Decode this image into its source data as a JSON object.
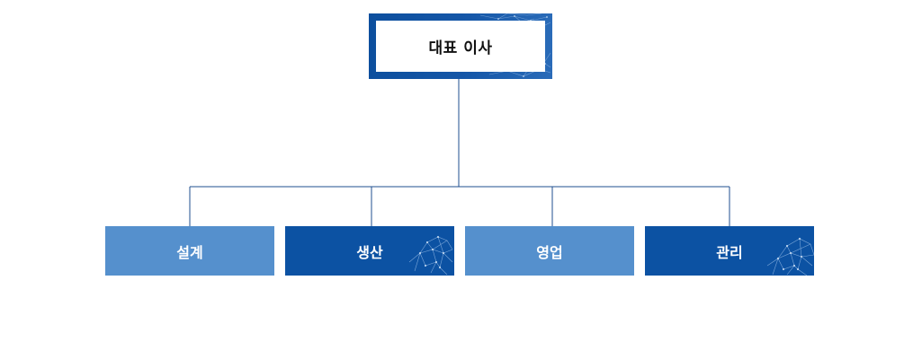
{
  "org_chart": {
    "root": {
      "label": "대표 이사"
    },
    "departments": [
      {
        "label": "설계",
        "tone": "light",
        "decorated": false
      },
      {
        "label": "생산",
        "tone": "dark",
        "decorated": true
      },
      {
        "label": "영업",
        "tone": "light",
        "decorated": false
      },
      {
        "label": "관리",
        "tone": "dark",
        "decorated": true
      }
    ]
  },
  "colors": {
    "connector": "#1f4f8f",
    "root_frame": "#0d4f9e",
    "dept_light": "#5590cd",
    "dept_dark": "#0c52a3",
    "label_dark": "#111111",
    "label_light": "#ffffff"
  }
}
